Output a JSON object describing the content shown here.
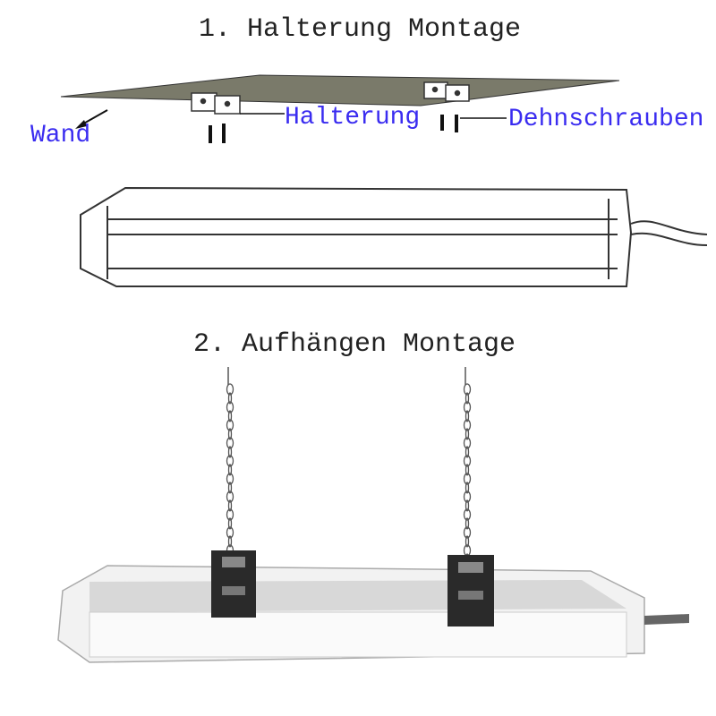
{
  "section1": {
    "title": "1. Halterung Montage",
    "labels": {
      "wall": "Wand",
      "bracket": "Halterung",
      "screws": "Dehnschrauben"
    }
  },
  "section2": {
    "title": "2. Aufhängen Montage"
  },
  "colors": {
    "label": "#3a2cf0",
    "ceiling": "#7a7a6a",
    "bracket": "#222222"
  }
}
